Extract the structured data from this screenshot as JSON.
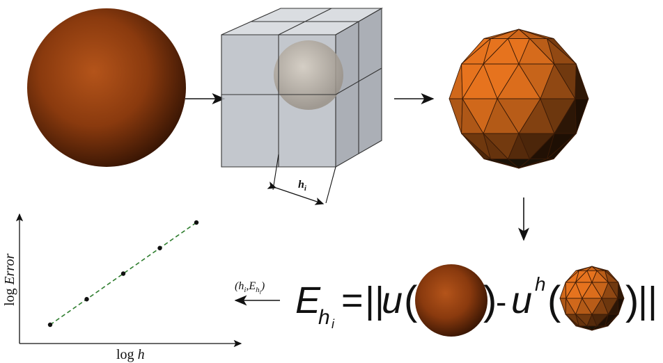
{
  "labels": {
    "cube_dimension": "h",
    "cube_dimension_sub": "i",
    "pair_open": "(h",
    "pair_sub_i": "i",
    "pair_comma_E": ",E",
    "pair_sub_h": "h",
    "pair_sub_i2": "i",
    "pair_close": ")"
  },
  "formula": {
    "lhs": "E",
    "lhs_sub": "h",
    "lhs_subsub": "i",
    "equals": "=",
    "norm_open": "||",
    "u": "u",
    "paren_open_1": "(",
    "paren_close_1": ")",
    "minus": "-",
    "uh": "u",
    "uh_sup": "h",
    "paren_open_2": "(",
    "paren_close_2": ")",
    "norm_close": "||"
  },
  "plot": {
    "xlabel_log": "log",
    "xlabel_var": "h",
    "ylabel_log": "log",
    "ylabel_var": "Error"
  },
  "colors": {
    "sphere_orange": "#c8641a",
    "sphere_dark": "#3a1604",
    "fit_line": "#2e7d2e",
    "cube_fill": "#b9bdc4"
  },
  "chart_data": {
    "type": "scatter",
    "x": [
      1,
      2,
      3,
      4,
      5
    ],
    "y": [
      1,
      2,
      3,
      4,
      5
    ],
    "xlabel": "log h",
    "ylabel": "log Error",
    "trendline": "dashed"
  }
}
